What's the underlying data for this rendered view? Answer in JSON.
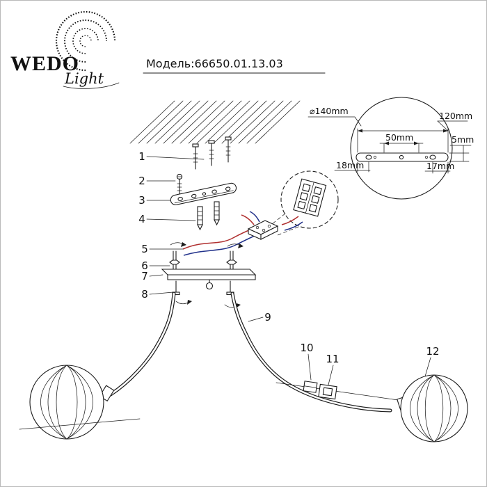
{
  "brand": {
    "name": "WEDO",
    "tagline": "Light"
  },
  "header": {
    "model_label": "Модель:66650.01.13.03"
  },
  "part_labels": {
    "p1": "1",
    "p2": "2",
    "p3": "3",
    "p4": "4",
    "p5": "5",
    "p6": "6",
    "p7": "7",
    "p8": "8",
    "p9": "9",
    "p10": "10",
    "p11": "11",
    "p12": "12"
  },
  "detail_dims": {
    "canopy_diameter": "⌀140mm",
    "plate_length": "120mm",
    "hole_spacing": "50mm",
    "plate_thickness": "5mm",
    "left_hole_offset": "18mm",
    "right_hole_offset": "17mm"
  },
  "colors": {
    "line": "#1c1c1c",
    "wire_red": "#b03030",
    "wire_blue": "#20308a",
    "background": "#ffffff"
  }
}
